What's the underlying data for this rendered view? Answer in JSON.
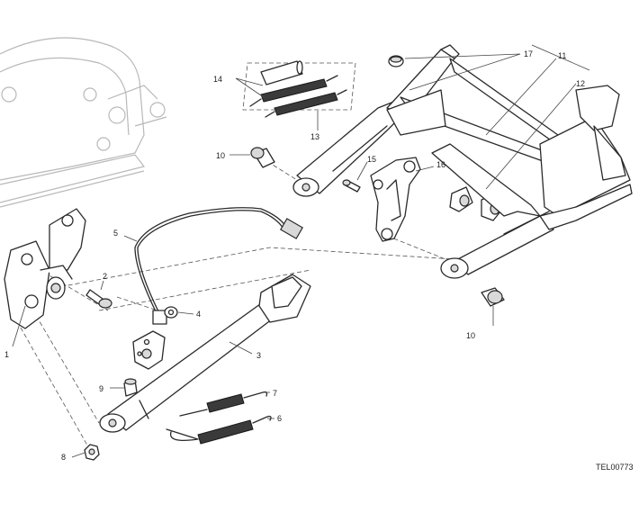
{
  "drawing_code": "TEL00773",
  "callouts": {
    "c1": "1",
    "c2": "2",
    "c3": "3",
    "c4": "4",
    "c5": "5",
    "c6": "6",
    "c7": "7",
    "c8": "8",
    "c9": "9",
    "c10a": "10",
    "c10b": "10",
    "c11": "11",
    "c12": "12",
    "c13": "13",
    "c14": "14",
    "c15": "15",
    "c16": "16",
    "c17": "17"
  }
}
